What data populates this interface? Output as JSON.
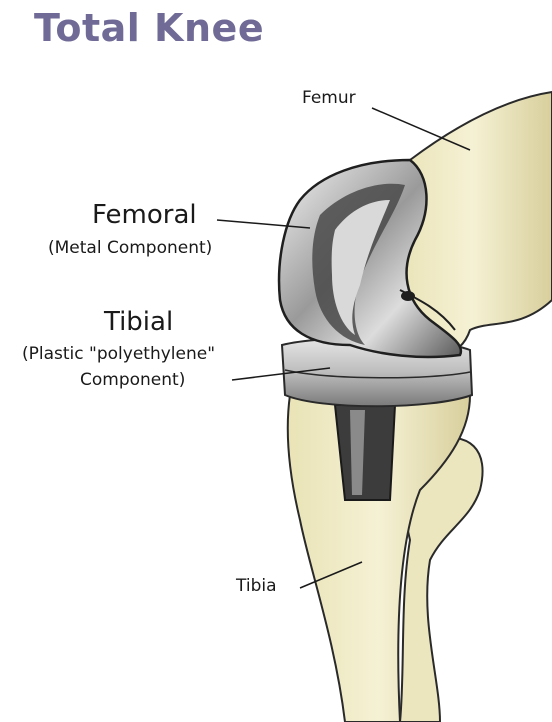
{
  "title": "Total Knee",
  "labels": {
    "femur": "Femur",
    "femoral": "Femoral",
    "femoral_sub": "(Metal Component)",
    "tibial": "Tibial",
    "tibial_sub1": "(Plastic \"polyethylene\"",
    "tibial_sub2": "Component)",
    "tibia": "Tibia"
  },
  "colors": {
    "title": "#6f6a96",
    "bone": "#f0ecc8",
    "bone_shade": "#d9d2a4",
    "metal_light": "#e8e8e8",
    "metal_dark": "#3a3a3a",
    "outline": "#2a2a2a"
  }
}
